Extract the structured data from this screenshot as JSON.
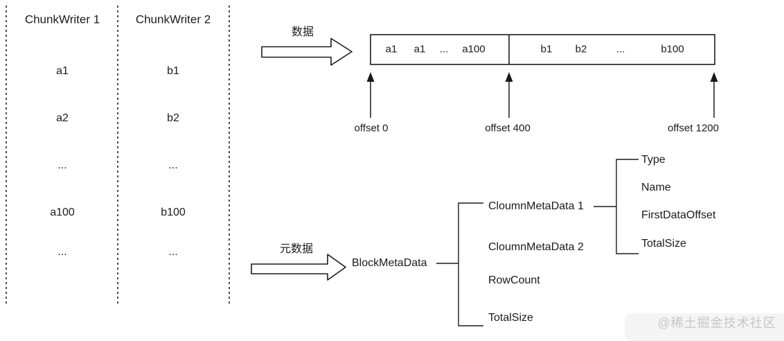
{
  "diagram": {
    "chunk_writers": [
      {
        "title": "ChunkWriter 1",
        "values": [
          "a1",
          "a2",
          "...",
          "a100",
          "..."
        ]
      },
      {
        "title": "ChunkWriter 2",
        "values": [
          "b1",
          "b2",
          "...",
          "b100",
          "..."
        ]
      }
    ],
    "data_flow": {
      "arrow_label": "数据",
      "cells": [
        {
          "items": [
            "a1",
            "a1",
            "...",
            "a100"
          ]
        },
        {
          "items": [
            "b1",
            "b2",
            "...",
            "b100"
          ]
        }
      ],
      "offsets": [
        "offset 0",
        "offset 400",
        "offset 1200"
      ]
    },
    "metadata_flow": {
      "arrow_label": "元数据",
      "root_label": "BlockMetaData",
      "block_fields": [
        "CloumnMetaData 1",
        "CloumnMetaData 2",
        "RowCount",
        "TotalSize"
      ],
      "column_fields": [
        "Type",
        "Name",
        "FirstDataOffset",
        "TotalSize"
      ]
    },
    "watermark": {
      "text": "@稀土掘金技术社区"
    },
    "colors": {
      "line": "#1a1a1a",
      "text": "#1a1a1a",
      "watermark_text": "#c6c6c6",
      "watermark_bg": "#f4f4f4"
    }
  }
}
